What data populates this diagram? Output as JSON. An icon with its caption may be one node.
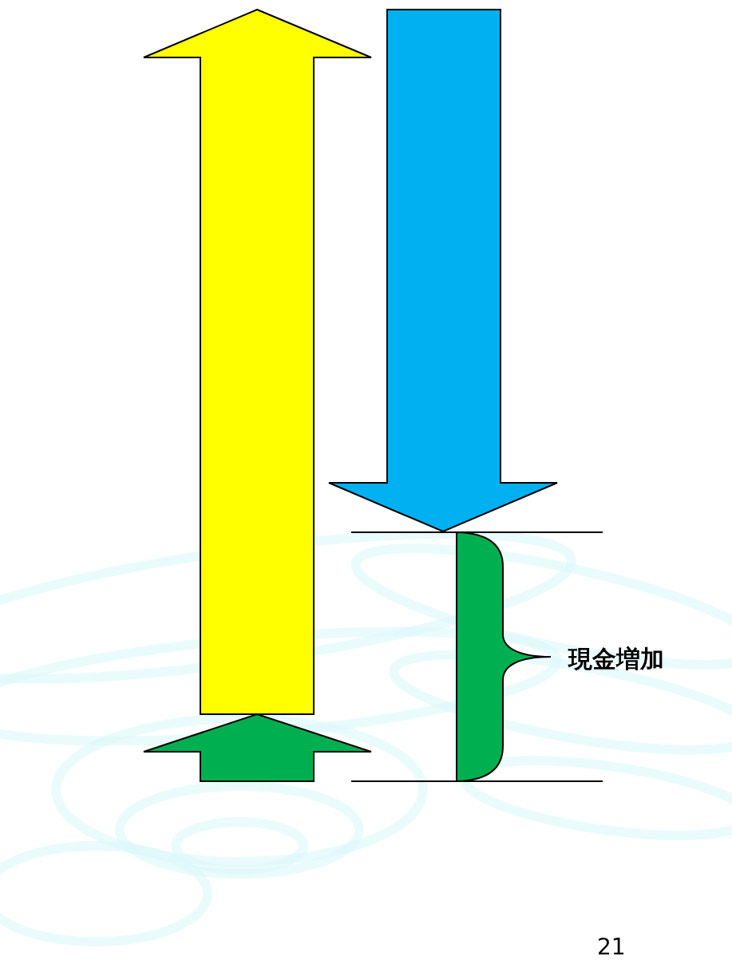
{
  "diagram": {
    "nodes": [
      {
        "text": [],
        "shape": "brace",
        "beside": [
          "現金増加"
        ]
      }
    ],
    "labels": [
      "21"
    ]
  }
}
